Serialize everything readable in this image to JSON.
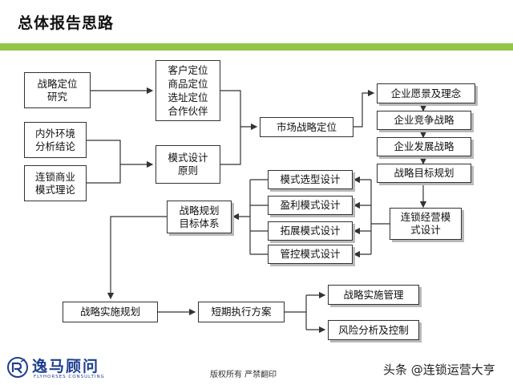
{
  "header": {
    "title": "总体报告思路",
    "accent_color": "#92c545"
  },
  "nodes": {
    "strategy_research": "战略定位\n研究",
    "env_analysis": "内外环境\n分析结论",
    "chain_theory": "连锁商业\n模式理论",
    "positioning_group": "客户定位\n商品定位\n选址定位\n合作伙伴",
    "model_principle": "模式设计\n原则",
    "market_positioning": "市场战略定位",
    "vision": "企业愿景及理念",
    "competition": "企业竞争战略",
    "development": "企业发展战略",
    "goal_plan": "战略目标规划",
    "chain_operation": "连锁经营模\n式设计",
    "model_selection": "模式选型设计",
    "profit_model": "盈利模式设计",
    "expansion_model": "拓展模式设计",
    "control_model": "管控模式设计",
    "goal_system": "战略规划\n目标体系",
    "implementation_plan": "战略实施规划",
    "short_term": "短期执行方案",
    "implementation_mgmt": "战略实施管理",
    "risk_control": "风险分析及控制"
  },
  "footer": {
    "logo_cn": "逸马顾问",
    "logo_en": "FLYHORSES CONSULTING",
    "copyright": "版权所有  严禁翻印",
    "watermark": "头条 @连锁运营大亨"
  }
}
